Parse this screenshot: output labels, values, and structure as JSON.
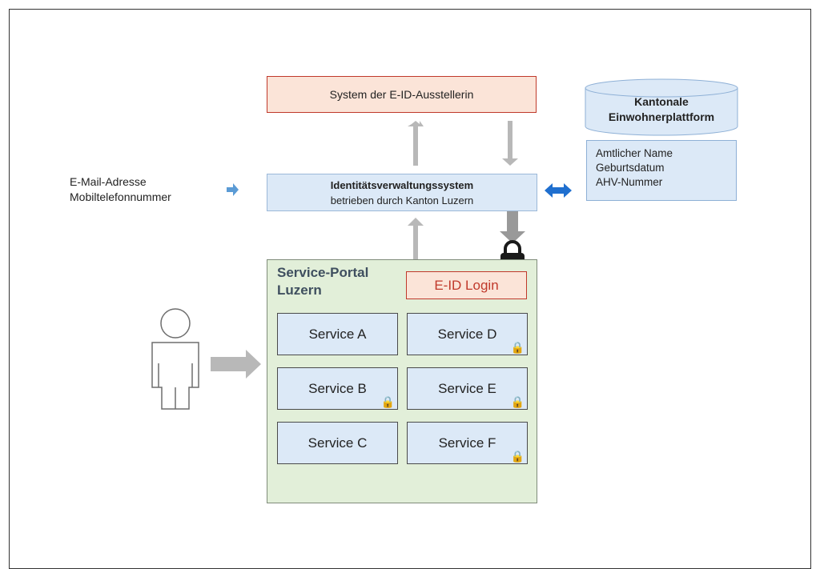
{
  "issuer": {
    "label": "System der E-ID-Ausstellerin"
  },
  "idm": {
    "title": "Identitätsverwaltungssystem",
    "subtitle": "betrieben  durch Kanton Luzern"
  },
  "cantonal": {
    "title_line1": "Kantonale",
    "title_line2": "Einwohnerplattform",
    "fields": [
      "Amtlicher Name",
      "Geburtsdatum",
      "AHV-Nummer"
    ]
  },
  "contact": {
    "line1": "E-Mail-Adresse",
    "line2": "Mobiltelefonnummer"
  },
  "portal": {
    "title_line1": "Service-Portal",
    "title_line2": "Luzern",
    "login": "E-ID Login",
    "services": [
      {
        "label": "Service A",
        "locked": false
      },
      {
        "label": "Service D",
        "locked": true
      },
      {
        "label": "Service B",
        "locked": true
      },
      {
        "label": "Service E",
        "locked": true
      },
      {
        "label": "Service C",
        "locked": false
      },
      {
        "label": "Service F",
        "locked": true
      }
    ]
  },
  "colors": {
    "arrow_gray": "#b8b8b8",
    "arrow_blue": "#1f6fcf",
    "accent_red": "#c0392b",
    "box_blue": "#dce9f7",
    "portal_green": "#e2efd9"
  }
}
